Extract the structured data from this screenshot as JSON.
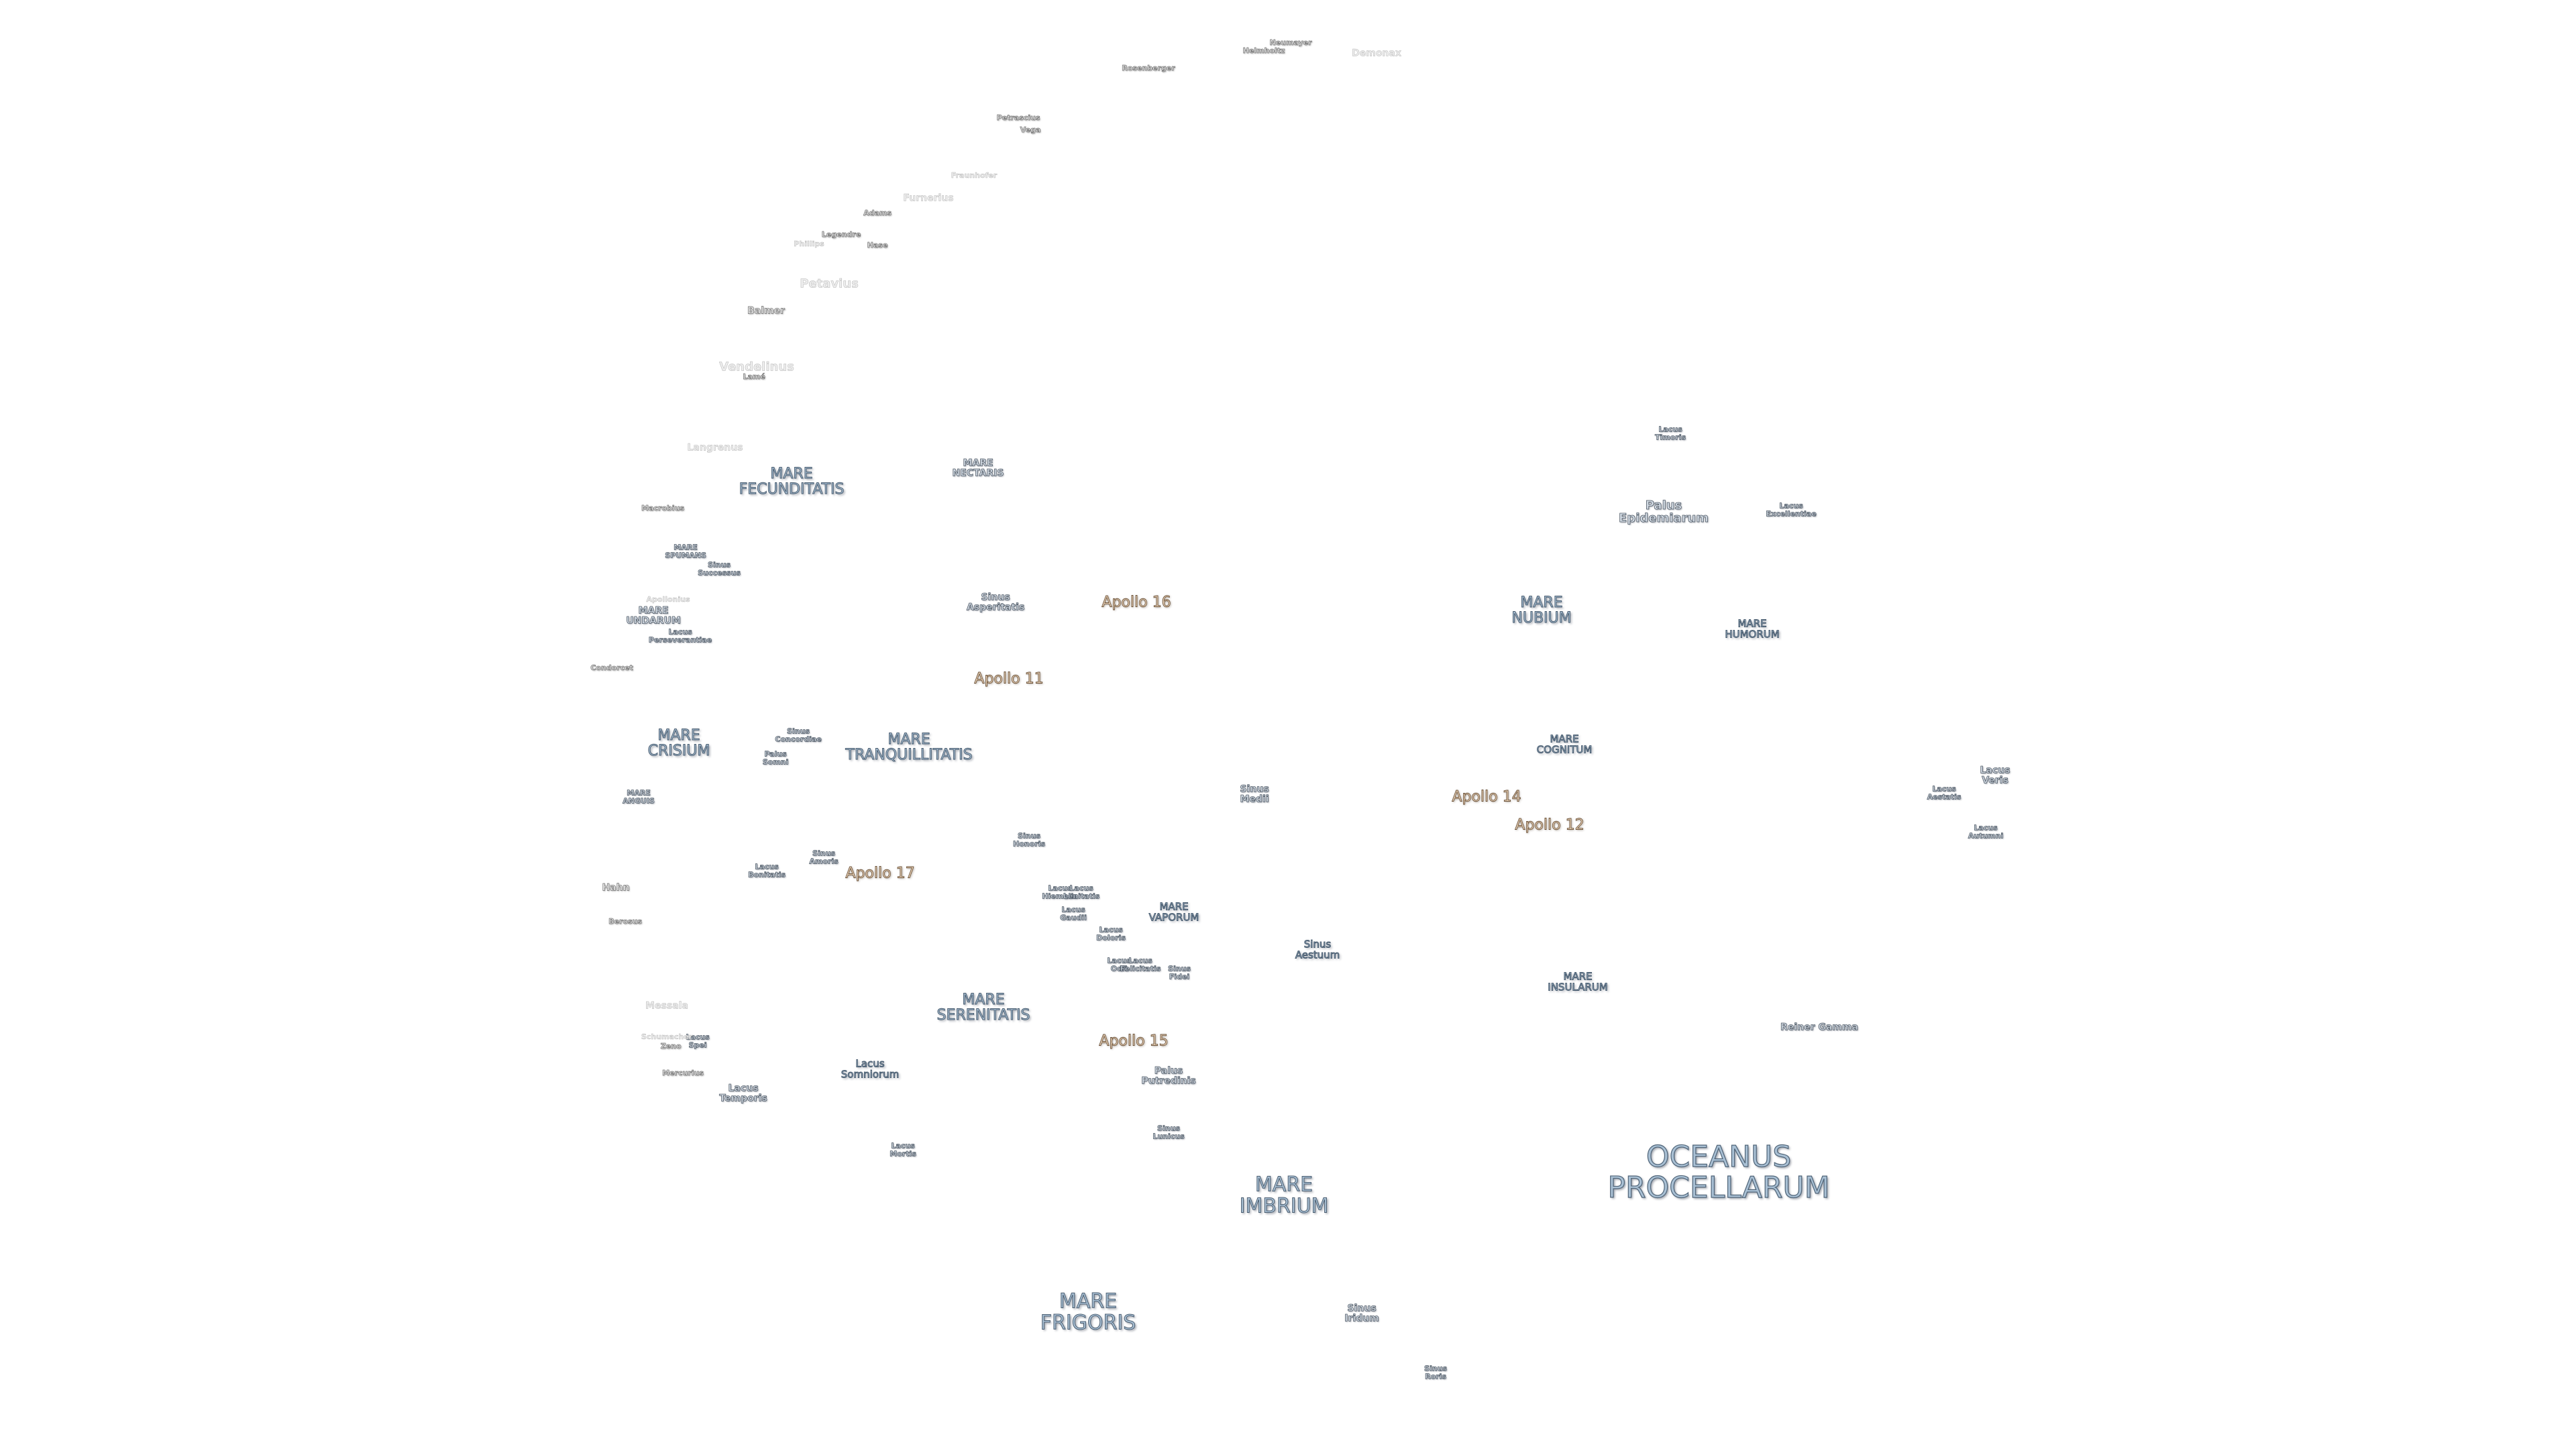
{
  "map": {
    "title": "",
    "style": {
      "mare_fill": "#a9c0d4",
      "mare_stroke": "#4a5d70",
      "apollo_fill": "#f3dcc2",
      "apollo_stroke": "#6a5138",
      "crater_fill": "#e6e6e6",
      "crater_stroke": "#707070",
      "background": "#ffffff"
    }
  },
  "labels": {
    "oceanus_procellarum": "OCEANUS\nPROCELLARUM",
    "mare_frigoris": "MARE\nFRIGORIS",
    "mare_imbrium": "MARE\nIMBRIUM",
    "mare_serenitatis": "MARE\nSERENITATIS",
    "mare_tranquillitatis": "MARE\nTRANQUILLITATIS",
    "mare_fecunditatis": "MARE\nFECUNDITATIS",
    "mare_crisium": "MARE\nCRISIUM",
    "mare_nubium": "MARE\nNUBIUM",
    "mare_humorum": "MARE\nHUMORUM",
    "mare_cognitum": "MARE\nCOGNITUM",
    "mare_insularum": "MARE\nINSULARUM",
    "mare_vaporum": "MARE\nVAPORUM",
    "mare_nectaris": "MARE\nNECTARIS",
    "mare_spumans": "MARE\nSPUMANS",
    "mare_undarum": "MARE\nUNDARUM",
    "mare_anguis": "MARE\nANGUIS",
    "lacus_somniorum": "Lacus\nSomniorum",
    "lacus_temporis": "Lacus\nTemporis",
    "lacus_mortis": "Lacus\nMortis",
    "lacus_spei": "Lacus\nSpei",
    "lacus_bonitatis": "Lacus\nBonitatis",
    "lacus_doloris": "Lacus\nDoloris",
    "lacus_gaudii": "Lacus\nGaudii",
    "lacus_hiemalis": "Lacus\nHiemalis",
    "lacus_lenitatis": "Lacus\nLenitatis",
    "lacus_odii": "Lacus\nOdii",
    "lacus_felicitatis": "Lacus\nFelicitatis",
    "lacus_perseverantiae": "Lacus\nPerseverantiae",
    "lacus_timoris": "Lacus\nTimoris",
    "lacus_excellentiae": "Lacus\nExcellentiae",
    "lacus_veris": "Lacus\nVeris",
    "lacus_aestatis": "Lacus\nAestatis",
    "lacus_autumni": "Lacus\nAutumni",
    "sinus_aestuum": "Sinus\nAestuum",
    "sinus_medii": "Sinus\nMedii",
    "sinus_iridum": "Sinus\nIridum",
    "sinus_roris": "Sinus\nRoris",
    "sinus_lunicus": "Sinus\nLunicus",
    "sinus_fidei": "Sinus\nFidei",
    "sinus_honoris": "Sinus\nHonoris",
    "sinus_amoris": "Sinus\nAmoris",
    "sinus_concordiae": "Sinus\nConcordiae",
    "sinus_asperitatis": "Sinus\nAsperitatis",
    "sinus_successus": "Sinus\nSuccessus",
    "palus_somni": "Palus\nSomni",
    "palus_putredinis": "Palus\nPutredinis",
    "palus_epidemiarum": "Palus\nEpidemiarum",
    "apollo_11": "Apollo 11",
    "apollo_12": "Apollo 12",
    "apollo_14": "Apollo 14",
    "apollo_15": "Apollo 15",
    "apollo_16": "Apollo 16",
    "apollo_17": "Apollo 17",
    "reiner_gamma": "Reiner Gamma",
    "hahn": "Hahn",
    "berosus": "Berosus",
    "condorcet": "Condorcet",
    "messala": "Messala",
    "mercurius": "Mercurius",
    "zeno": "Zeno",
    "schumacher": "Schumacher",
    "macrobius": "Macrobius",
    "apollonius": "Apollonius",
    "langrenus": "Langrenus",
    "vendelinus": "Vendelinus",
    "lame": "Lamé",
    "balmer": "Balmer",
    "petavius": "Petavius",
    "phillips": "Phillips",
    "legendre": "Legendre",
    "hase": "Hase",
    "adams": "Adams",
    "furnerius": "Furnerius",
    "fraunhofer": "Fraunhofer",
    "petrascius": "Petrascius",
    "vega": "Vega",
    "rosenberger": "Rosenberger",
    "helmholtz": "Helmholtz",
    "neumayer": "Neumayer",
    "demonax": "Demonax"
  }
}
